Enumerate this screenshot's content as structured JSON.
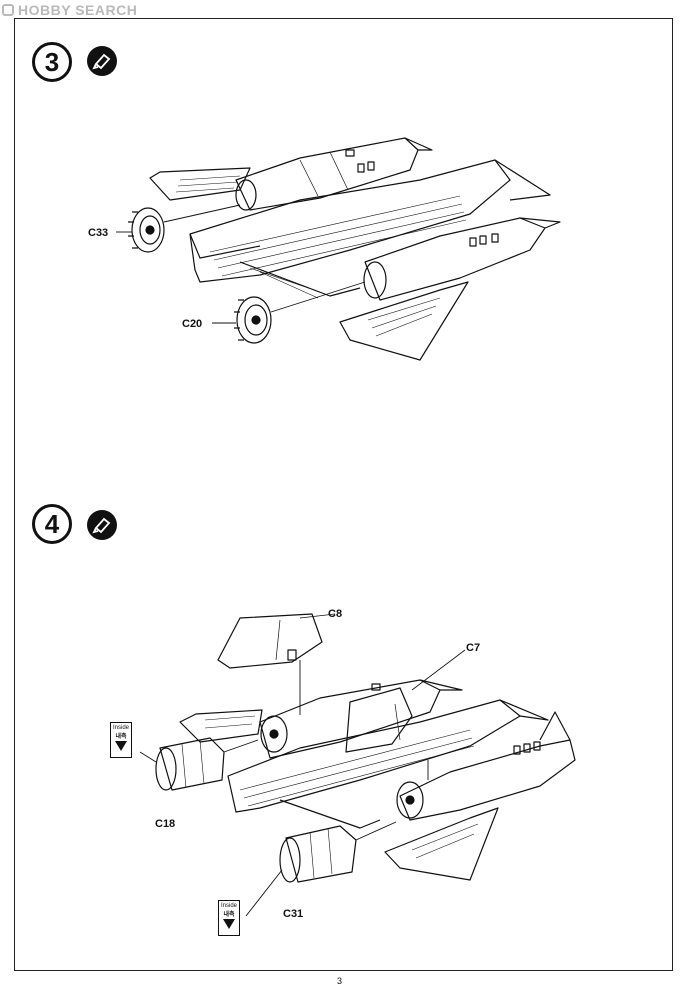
{
  "watermark": {
    "text": "HOBBY SEARCH"
  },
  "steps": [
    {
      "number": "3",
      "glue_icon": "cement-tube-icon"
    },
    {
      "number": "4",
      "glue_icon": "cement-tube-icon"
    }
  ],
  "parts": {
    "c33": "C33",
    "c20": "C20",
    "c8": "C8",
    "c7": "C7",
    "c18": "C18",
    "c31": "C31"
  },
  "inside_notes": [
    {
      "en": "Inside",
      "ko": "내측"
    },
    {
      "en": "Inside",
      "ko": "내측"
    }
  ],
  "page_number": "3"
}
